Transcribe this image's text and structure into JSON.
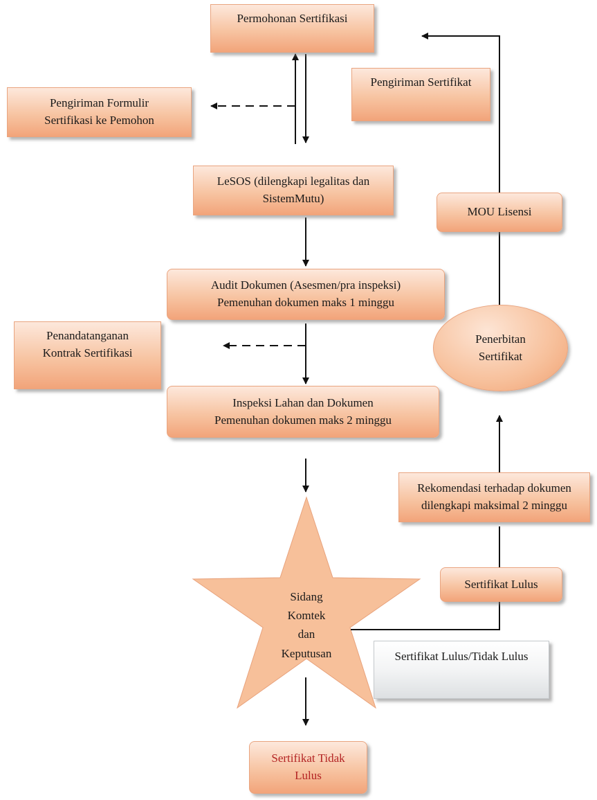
{
  "boxes": {
    "permohonan": "Permohonan Sertifikasi",
    "pengiriman_formulir": [
      "Pengiriman Formulir",
      "Sertifikasi ke Pemohon"
    ],
    "pengiriman_sertifikat": "Pengiriman Sertifikat",
    "lesos": [
      "LeSOS (dilengkapi legalitas dan",
      "SistemMutu)"
    ],
    "mou": "MOU Lisensi",
    "audit": [
      "Audit  Dokumen (Asesmen/pra inspeksi)",
      "Pemenuhan dokumen maks 1 minggu"
    ],
    "penandatanganan": [
      "Penandatanganan",
      "Kontrak Sertifikasi"
    ],
    "penerbitan": [
      "Penerbitan",
      "Sertifikat"
    ],
    "inspeksi": [
      "Inspeksi Lahan dan Dokumen",
      "Pemenuhan dokumen maks 2 minggu"
    ],
    "rekomendasi": [
      "Rekomendasi terhadap dokumen",
      "dilengkapi maksimal 2 minggu"
    ],
    "sidang": [
      "Sidang",
      "Komtek",
      "dan",
      "Keputusan"
    ],
    "sertifikat_lulus": "Sertifikat Lulus",
    "lulus_tidak_lulus": "Sertifikat Lulus/Tidak Lulus",
    "tidak_lulus": [
      "Sertifikat Tidak",
      "Lulus"
    ]
  },
  "colors": {
    "box_fill": "#f7c4a2",
    "box_border": "#e9a47f",
    "tidak_lulus_text": "#b32424",
    "grey_box": "#e6e8ea",
    "arrow": "#111111"
  }
}
